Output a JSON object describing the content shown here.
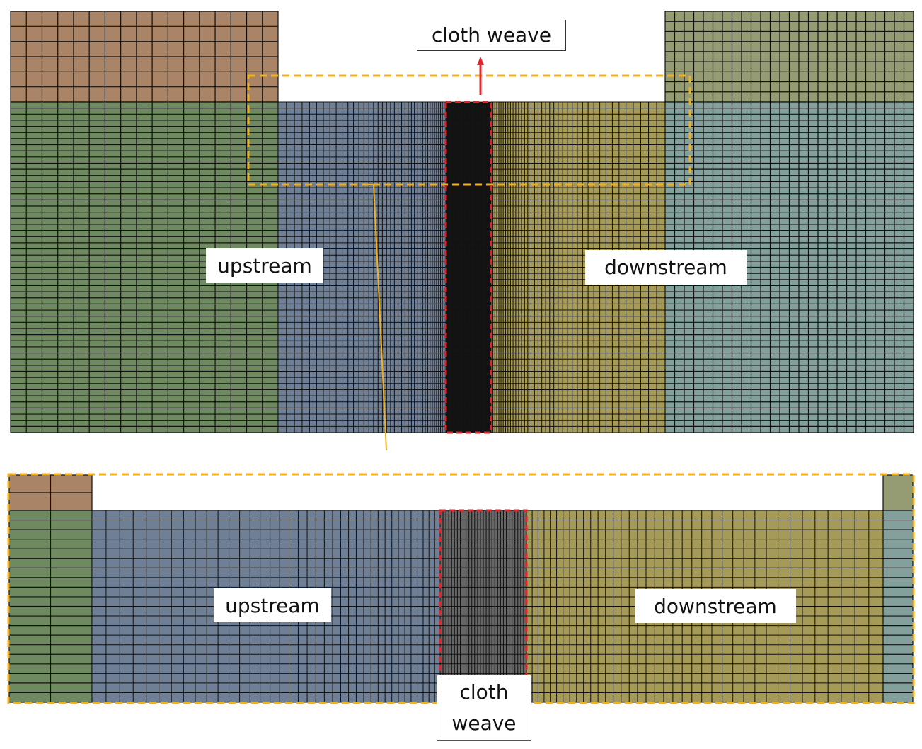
{
  "labels": {
    "top_cloth_weave": "cloth weave",
    "top_upstream": "upstream",
    "top_downstream": "downstream",
    "bottom_upstream": "upstream",
    "bottom_downstream": "downstream",
    "bottom_cloth_line1": "cloth",
    "bottom_cloth_line2": "weave"
  },
  "colors": {
    "upper_left_block": "#a98467",
    "upper_right_block": "#959b72",
    "left_outer_region": "#6f8a61",
    "upstream_region": "#6f7f96",
    "cloth_weave_region": "#141414",
    "cloth_weave_zoomed": "#666666",
    "downstream_region": "#a69a58",
    "right_outer_region": "#83a09c",
    "zoom_outline": "#f2b01e",
    "cloth_outline": "#e0262a",
    "arrow": "#e0262a",
    "mesh_lines": "#111111"
  }
}
